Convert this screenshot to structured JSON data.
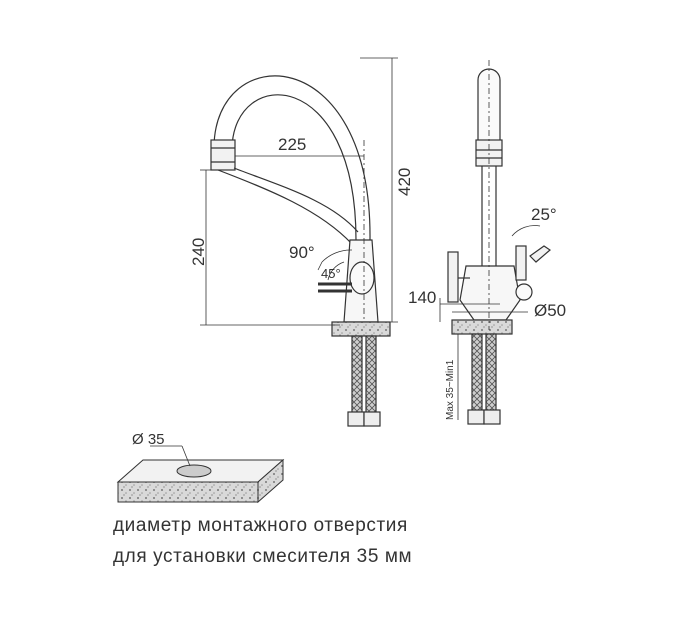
{
  "dimensions": {
    "spout_reach": "225",
    "total_height": "420",
    "spout_height": "240",
    "angle_handle": "90°",
    "angle_small": "45°",
    "angle_side": "25°",
    "side_depth": "140",
    "base_diameter": "Ø50",
    "mount_thickness": "Max 35~Min1",
    "hole_diameter": "Ø 35"
  },
  "caption": {
    "line1": "диаметр монтажного отверстия",
    "line2": "для установки смесителя 35 мм"
  },
  "colors": {
    "line": "#333333",
    "fill_light": "#f2f2f2",
    "stone": "#d9d9d9"
  }
}
